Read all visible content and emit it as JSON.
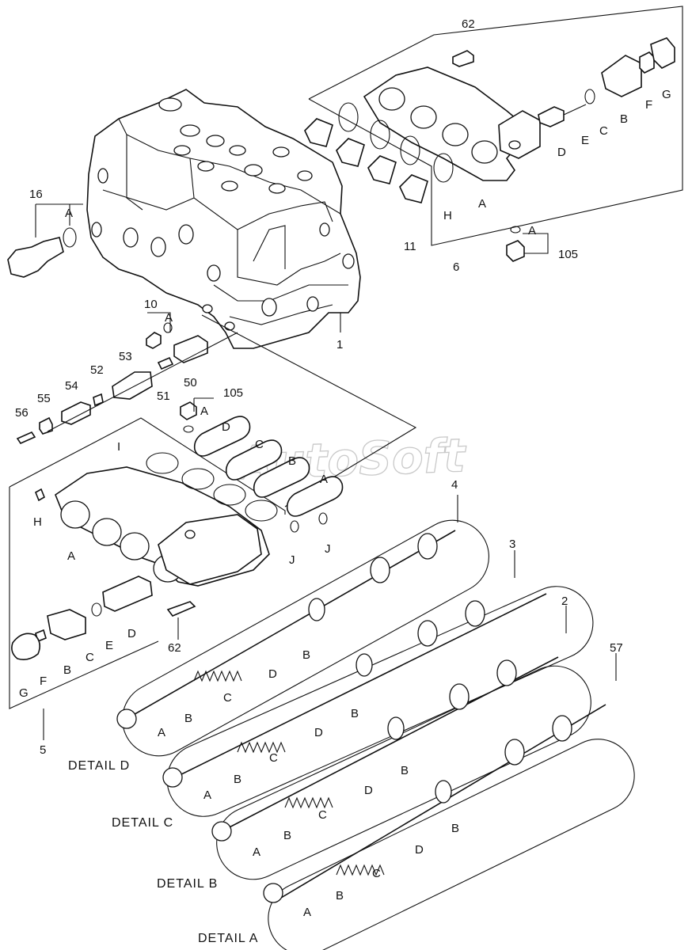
{
  "watermark": "AutoSoft",
  "callouts": {
    "n62_top": "62",
    "n16": "16",
    "a_16": "A",
    "n10": "10",
    "a_10": "A",
    "n1": "1",
    "n11": "11",
    "h_top": "H",
    "a_top_cover": "A",
    "n6": "6",
    "d_top": "D",
    "e_top": "E",
    "c_top": "C",
    "b_top": "B",
    "f_top": "F",
    "g_top": "G",
    "a_105_top": "A",
    "n105_top": "105",
    "n50": "50",
    "n51": "51",
    "n52": "52",
    "n53": "53",
    "n54": "54",
    "n55": "55",
    "n56": "56",
    "n105_mid": "105",
    "a_105_mid": "A",
    "i_mid": "I",
    "d_pill": "D",
    "c_pill": "C",
    "b_pill": "B",
    "a_pill": "A",
    "h_mid": "H",
    "a_mid_cover": "A",
    "j1": "J",
    "j2": "J",
    "d_mid": "D",
    "e_mid": "E",
    "c_mid": "C",
    "b_mid": "B",
    "f_mid": "F",
    "g_mid": "G",
    "n62_mid": "62",
    "n5": "5",
    "n4": "4",
    "n3": "3",
    "n2": "2",
    "n57": "57"
  },
  "details": [
    {
      "title": "DETAIL D",
      "labels": {
        "a": "A",
        "b1": "B",
        "c": "C",
        "d": "D",
        "b2": "B"
      }
    },
    {
      "title": "DETAIL C",
      "labels": {
        "a": "A",
        "b1": "B",
        "c": "C",
        "d": "D",
        "b2": "B"
      }
    },
    {
      "title": "DETAIL B",
      "labels": {
        "a": "A",
        "b1": "B",
        "c": "C",
        "d": "D",
        "b2": "B"
      }
    },
    {
      "title": "DETAIL A",
      "labels": {
        "a": "A",
        "b1": "B",
        "c": "C",
        "d": "D",
        "b2": "B"
      }
    }
  ]
}
